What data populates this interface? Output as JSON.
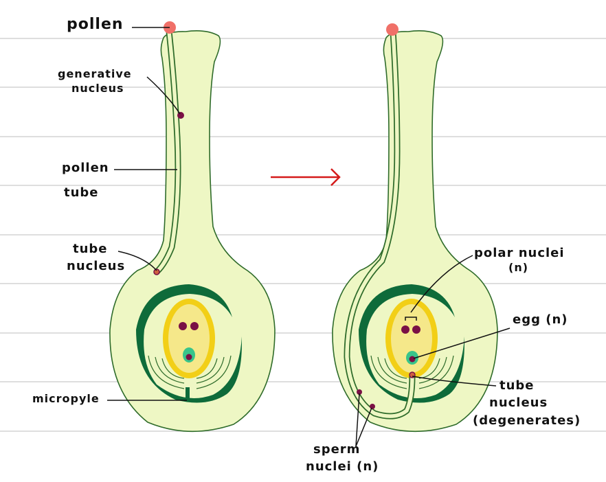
{
  "left_diagram": {
    "labels": {
      "pollen": "pollen",
      "generative_nucleus": [
        "generative",
        "nucleus"
      ],
      "pollen_tube": [
        "pollen",
        "tube"
      ],
      "tube_nucleus": [
        "tube",
        "nucleus"
      ],
      "micropyle": "micropyle"
    }
  },
  "right_diagram": {
    "labels": {
      "polar_nuclei": [
        "polar nuclei",
        "(n)"
      ],
      "egg": "egg (n)",
      "tube_nucleus": [
        "tube",
        "nucleus",
        "(degenerates)"
      ],
      "sperm_nuclei": [
        "sperm",
        "nuclei (n)"
      ]
    }
  },
  "colors": {
    "ruled_line": "#c9c9c9",
    "ovule_fill": "#eef7c4",
    "outline": "#2e6b2a",
    "integument": "#0e6b3a",
    "embryo_sac_ring": "#f2cf17",
    "embryo_sac_fill": "#f5e88a",
    "nucleus": "#7a1045",
    "pollen_grain": "#f07068",
    "egg_cell": "#38c48a",
    "arrow": "#d51a1a"
  }
}
